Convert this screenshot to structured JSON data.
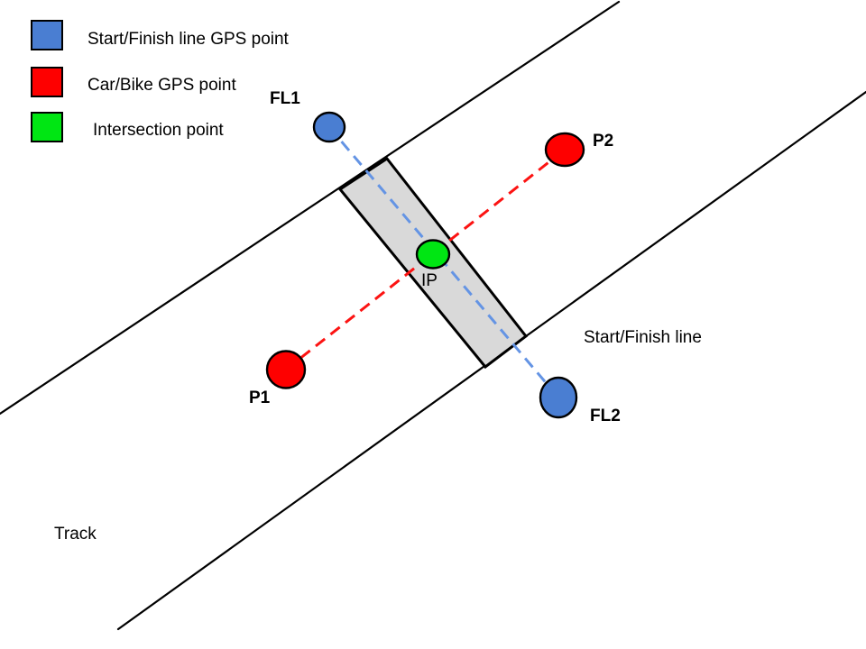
{
  "legend": {
    "items": [
      {
        "label": "Start/Finish line GPS point",
        "color": "#4a7ed2"
      },
      {
        "label": "Car/Bike GPS point",
        "color": "#fe0000"
      },
      {
        "label": "Intersection point",
        "color": "#00e613"
      }
    ]
  },
  "labels": {
    "fl1": "FL1",
    "fl2": "FL2",
    "p1": "P1",
    "p2": "P2",
    "ip": "IP",
    "start_finish_line": "Start/Finish line",
    "track": "Track"
  },
  "colors": {
    "start_finish_point": "#4a7ed2",
    "car_bike_point": "#fe0000",
    "intersection_point": "#00e613",
    "blue_dash": "#6494e4",
    "red_dash": "#fc1312",
    "band_fill": "#d9d9d9",
    "line_black": "#000000"
  }
}
